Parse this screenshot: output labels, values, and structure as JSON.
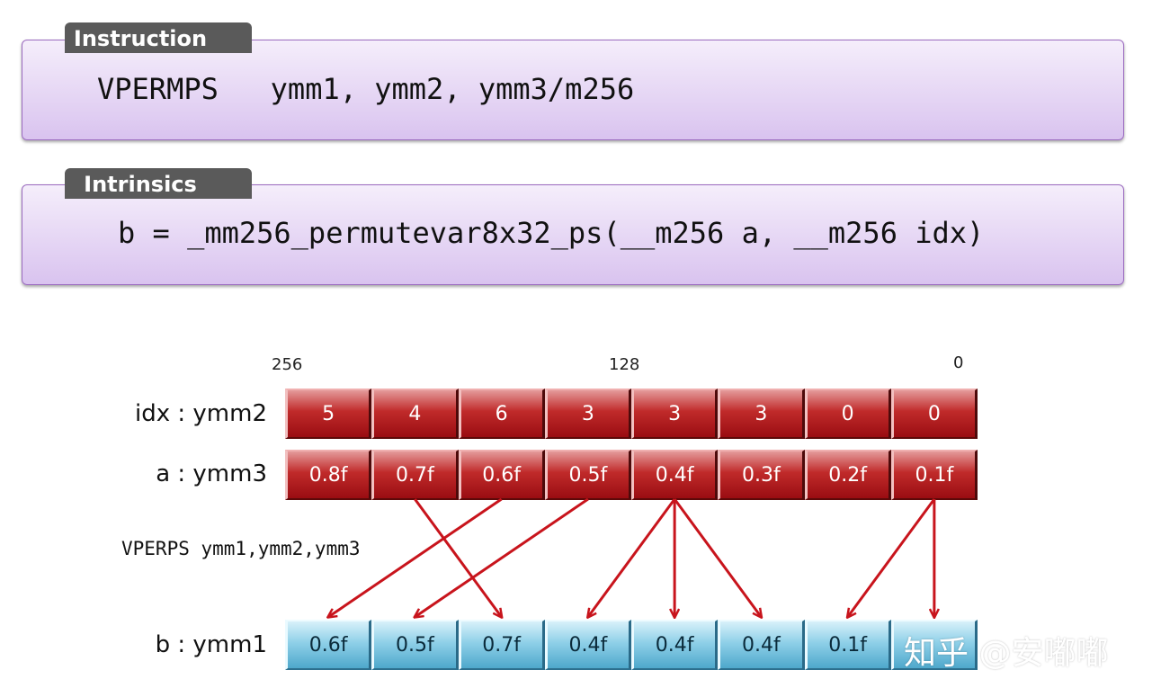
{
  "instruction": {
    "tag_label": "Instruction",
    "code": "VPERMPS   ymm1, ymm2, ymm3/m256"
  },
  "intrinsics": {
    "tag_label": "Intrinsics",
    "code": "b = _mm256_permutevar8x32_ps(__m256 a, __m256 idx)"
  },
  "diagram": {
    "bit_labels": {
      "high": "256",
      "mid": "128",
      "low": "0"
    },
    "rows": {
      "idx": {
        "label": "idx : ymm2",
        "cells": [
          "5",
          "4",
          "6",
          "3",
          "3",
          "3",
          "0",
          "0"
        ]
      },
      "a": {
        "label": "a : ymm3",
        "cells": [
          "0.8f",
          "0.7f",
          "0.6f",
          "0.5f",
          "0.4f",
          "0.3f",
          "0.2f",
          "0.1f"
        ]
      },
      "b": {
        "label": "b : ymm1",
        "cells": [
          "0.6f",
          "0.5f",
          "0.7f",
          "0.4f",
          "0.4f",
          "0.4f",
          "0.1f",
          ""
        ]
      }
    },
    "operation_label": "VPERPS ymm1,ymm2,ymm3",
    "arrows": [
      {
        "from_a_cell": 2,
        "to_b_cell": 0
      },
      {
        "from_a_cell": 3,
        "to_b_cell": 1
      },
      {
        "from_a_cell": 1,
        "to_b_cell": 2
      },
      {
        "from_a_cell": 4,
        "to_b_cell": 3
      },
      {
        "from_a_cell": 4,
        "to_b_cell": 4
      },
      {
        "from_a_cell": 4,
        "to_b_cell": 5
      },
      {
        "from_a_cell": 7,
        "to_b_cell": 6
      },
      {
        "from_a_cell": 7,
        "to_b_cell": 7
      }
    ],
    "arrow_color": "#c8141c"
  },
  "watermark": "知乎 @安嘟嘟"
}
